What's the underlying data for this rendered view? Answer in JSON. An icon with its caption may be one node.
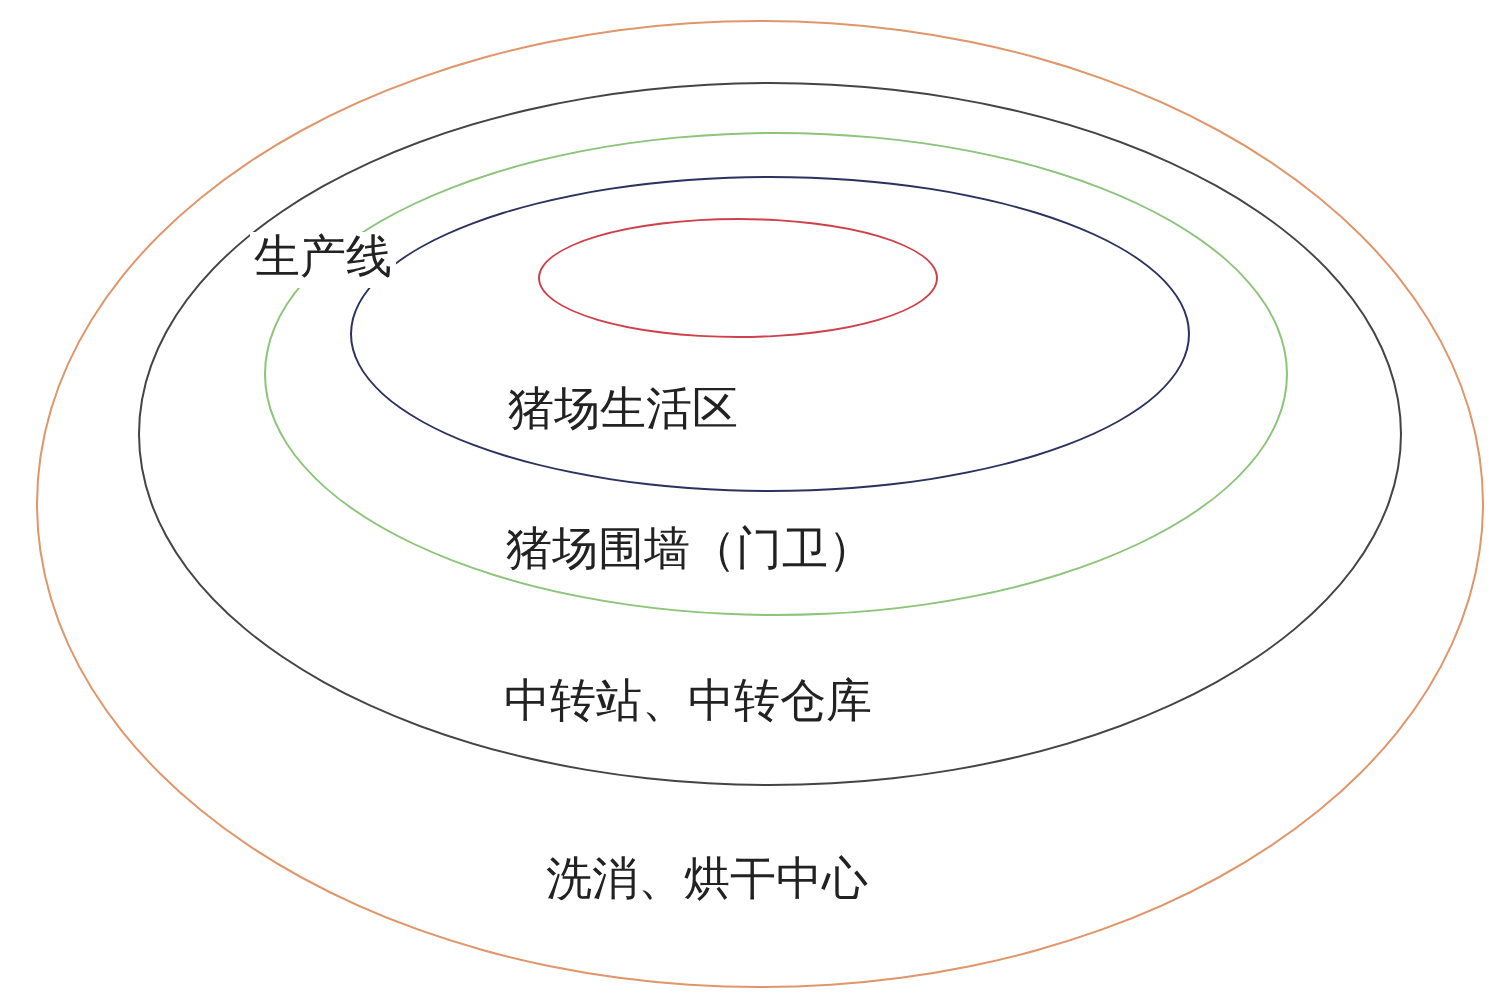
{
  "diagram": {
    "nodes": [
      {
        "text": [
          "洗消、烘干中心"
        ]
      },
      {
        "text": [
          "中转站、中转仓库"
        ],
        "in": 0
      },
      {
        "text": [
          "猪场围墙（门卫）"
        ],
        "in": 1
      },
      {
        "text": [
          "猪场生活区"
        ],
        "in": 2
      },
      {
        "text": [],
        "shape": "circle",
        "in": 3
      }
    ],
    "edges": [],
    "labels": [
      "生产线"
    ]
  }
}
